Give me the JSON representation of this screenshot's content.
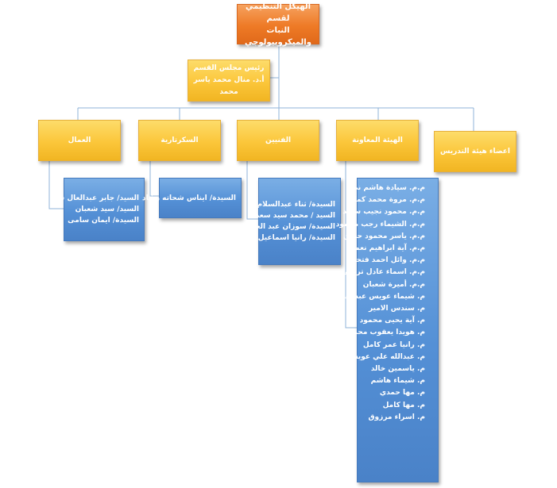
{
  "head": {
    "line1": "الهيكل التنظيمي لقسم",
    "line2": "النبات والميكروبيولوجي"
  },
  "council_head": {
    "title": "رئيس مجلس القسم",
    "name": "أ.د. منال محمد ياسر محمد"
  },
  "departments": {
    "workers": "العمال",
    "secretariat": "السكرتارية",
    "technicians": "الفنيين",
    "assistant_staff": "الهيئة المعاونة",
    "faculty": "اعضاء هيئة التدريس"
  },
  "members": {
    "workers": [
      "السيد/ جابر عبدالعال سيد",
      "السيد/ سيد شعبان",
      "السيدة/ ايمان سامى"
    ],
    "secretariat": [
      "السيدة/ ايناس شحاته رشاد"
    ],
    "technicians": [
      "السيدة/ ثناء عبدالسلام",
      "السيد / محمد سيد سعد",
      "السيدة/ سوزان عبد العظيم",
      "السيدة/ رانيا اسماعيل"
    ],
    "assistant_staff": [
      "م.م. سيادة هاشم نصر",
      "م.م. مروة محمد كمال",
      "م.م. محمود نجيب سعيد",
      "م.م. الشيماء رجب محمود",
      "م.م. ياسر محمود حسن",
      "م.م. آية ابراهيم نعمان",
      "م.م. وائل احمد فتحي",
      "م.م. اسماء عادل ترغلي",
      "م.م. أميرة شعبان",
      "م. شيماء عويس عبدالغني",
      "م. سندس الامير",
      "م. آية يحيى محمود",
      "م. هويدا يعقوب محمد",
      "م. رانيا عمر كامل",
      "م. عبدالله علي عويس",
      "م. ياسمين خالد",
      "م. شيماء هاشم",
      "م. مها حمدي",
      "م. مها كامل",
      "م. اسراء مرزوق"
    ]
  },
  "colors": {
    "head_fill": "#ee7a26",
    "level_fill": "#fbc63a",
    "member_fill": "#5490d6",
    "connector": "#8fb3d9"
  }
}
